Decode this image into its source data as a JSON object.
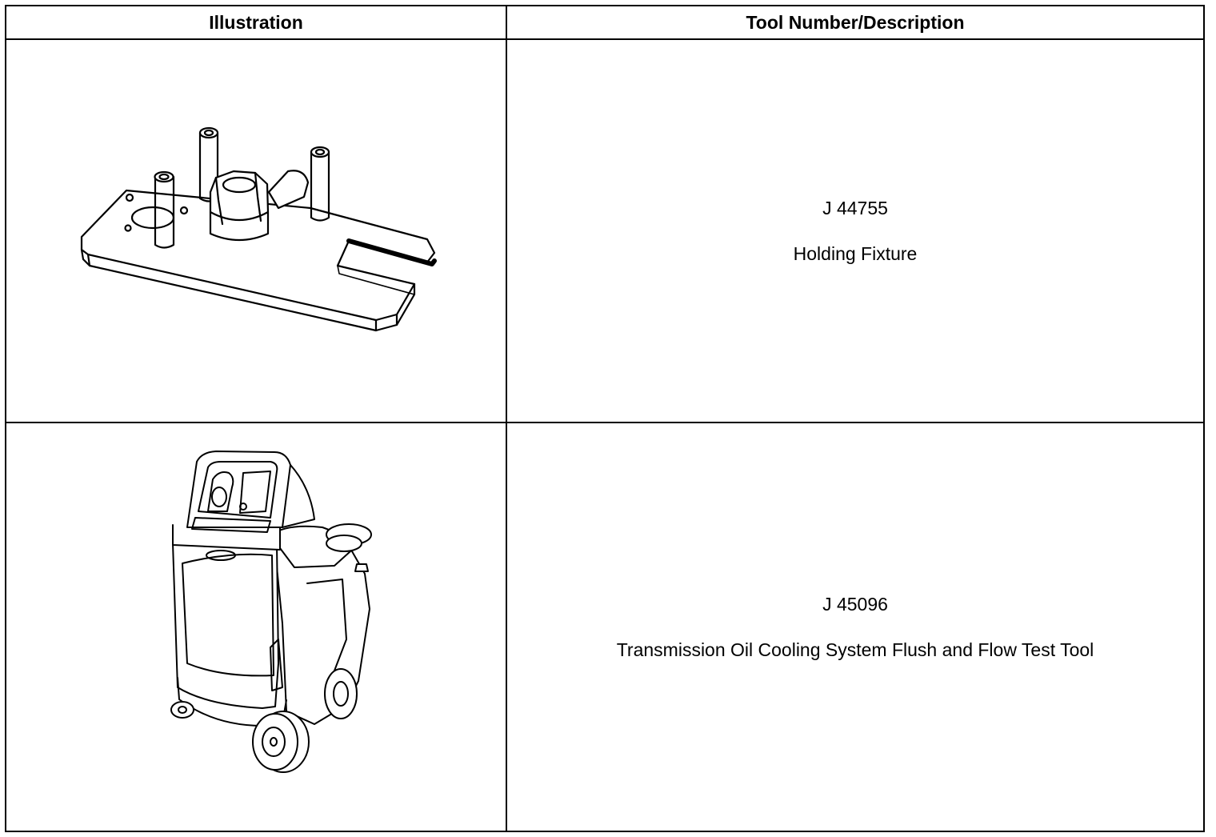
{
  "table": {
    "headers": {
      "illustration": "Illustration",
      "tool": "Tool Number/Description"
    },
    "rows": [
      {
        "tool_number": "J 44755",
        "description": "Holding Fixture",
        "illustration_icon": "holding-fixture-drawing"
      },
      {
        "tool_number": "J 45096",
        "description": "Transmission Oil Cooling System Flush and Flow Test Tool",
        "illustration_icon": "flush-flow-test-cart-drawing"
      }
    ]
  }
}
